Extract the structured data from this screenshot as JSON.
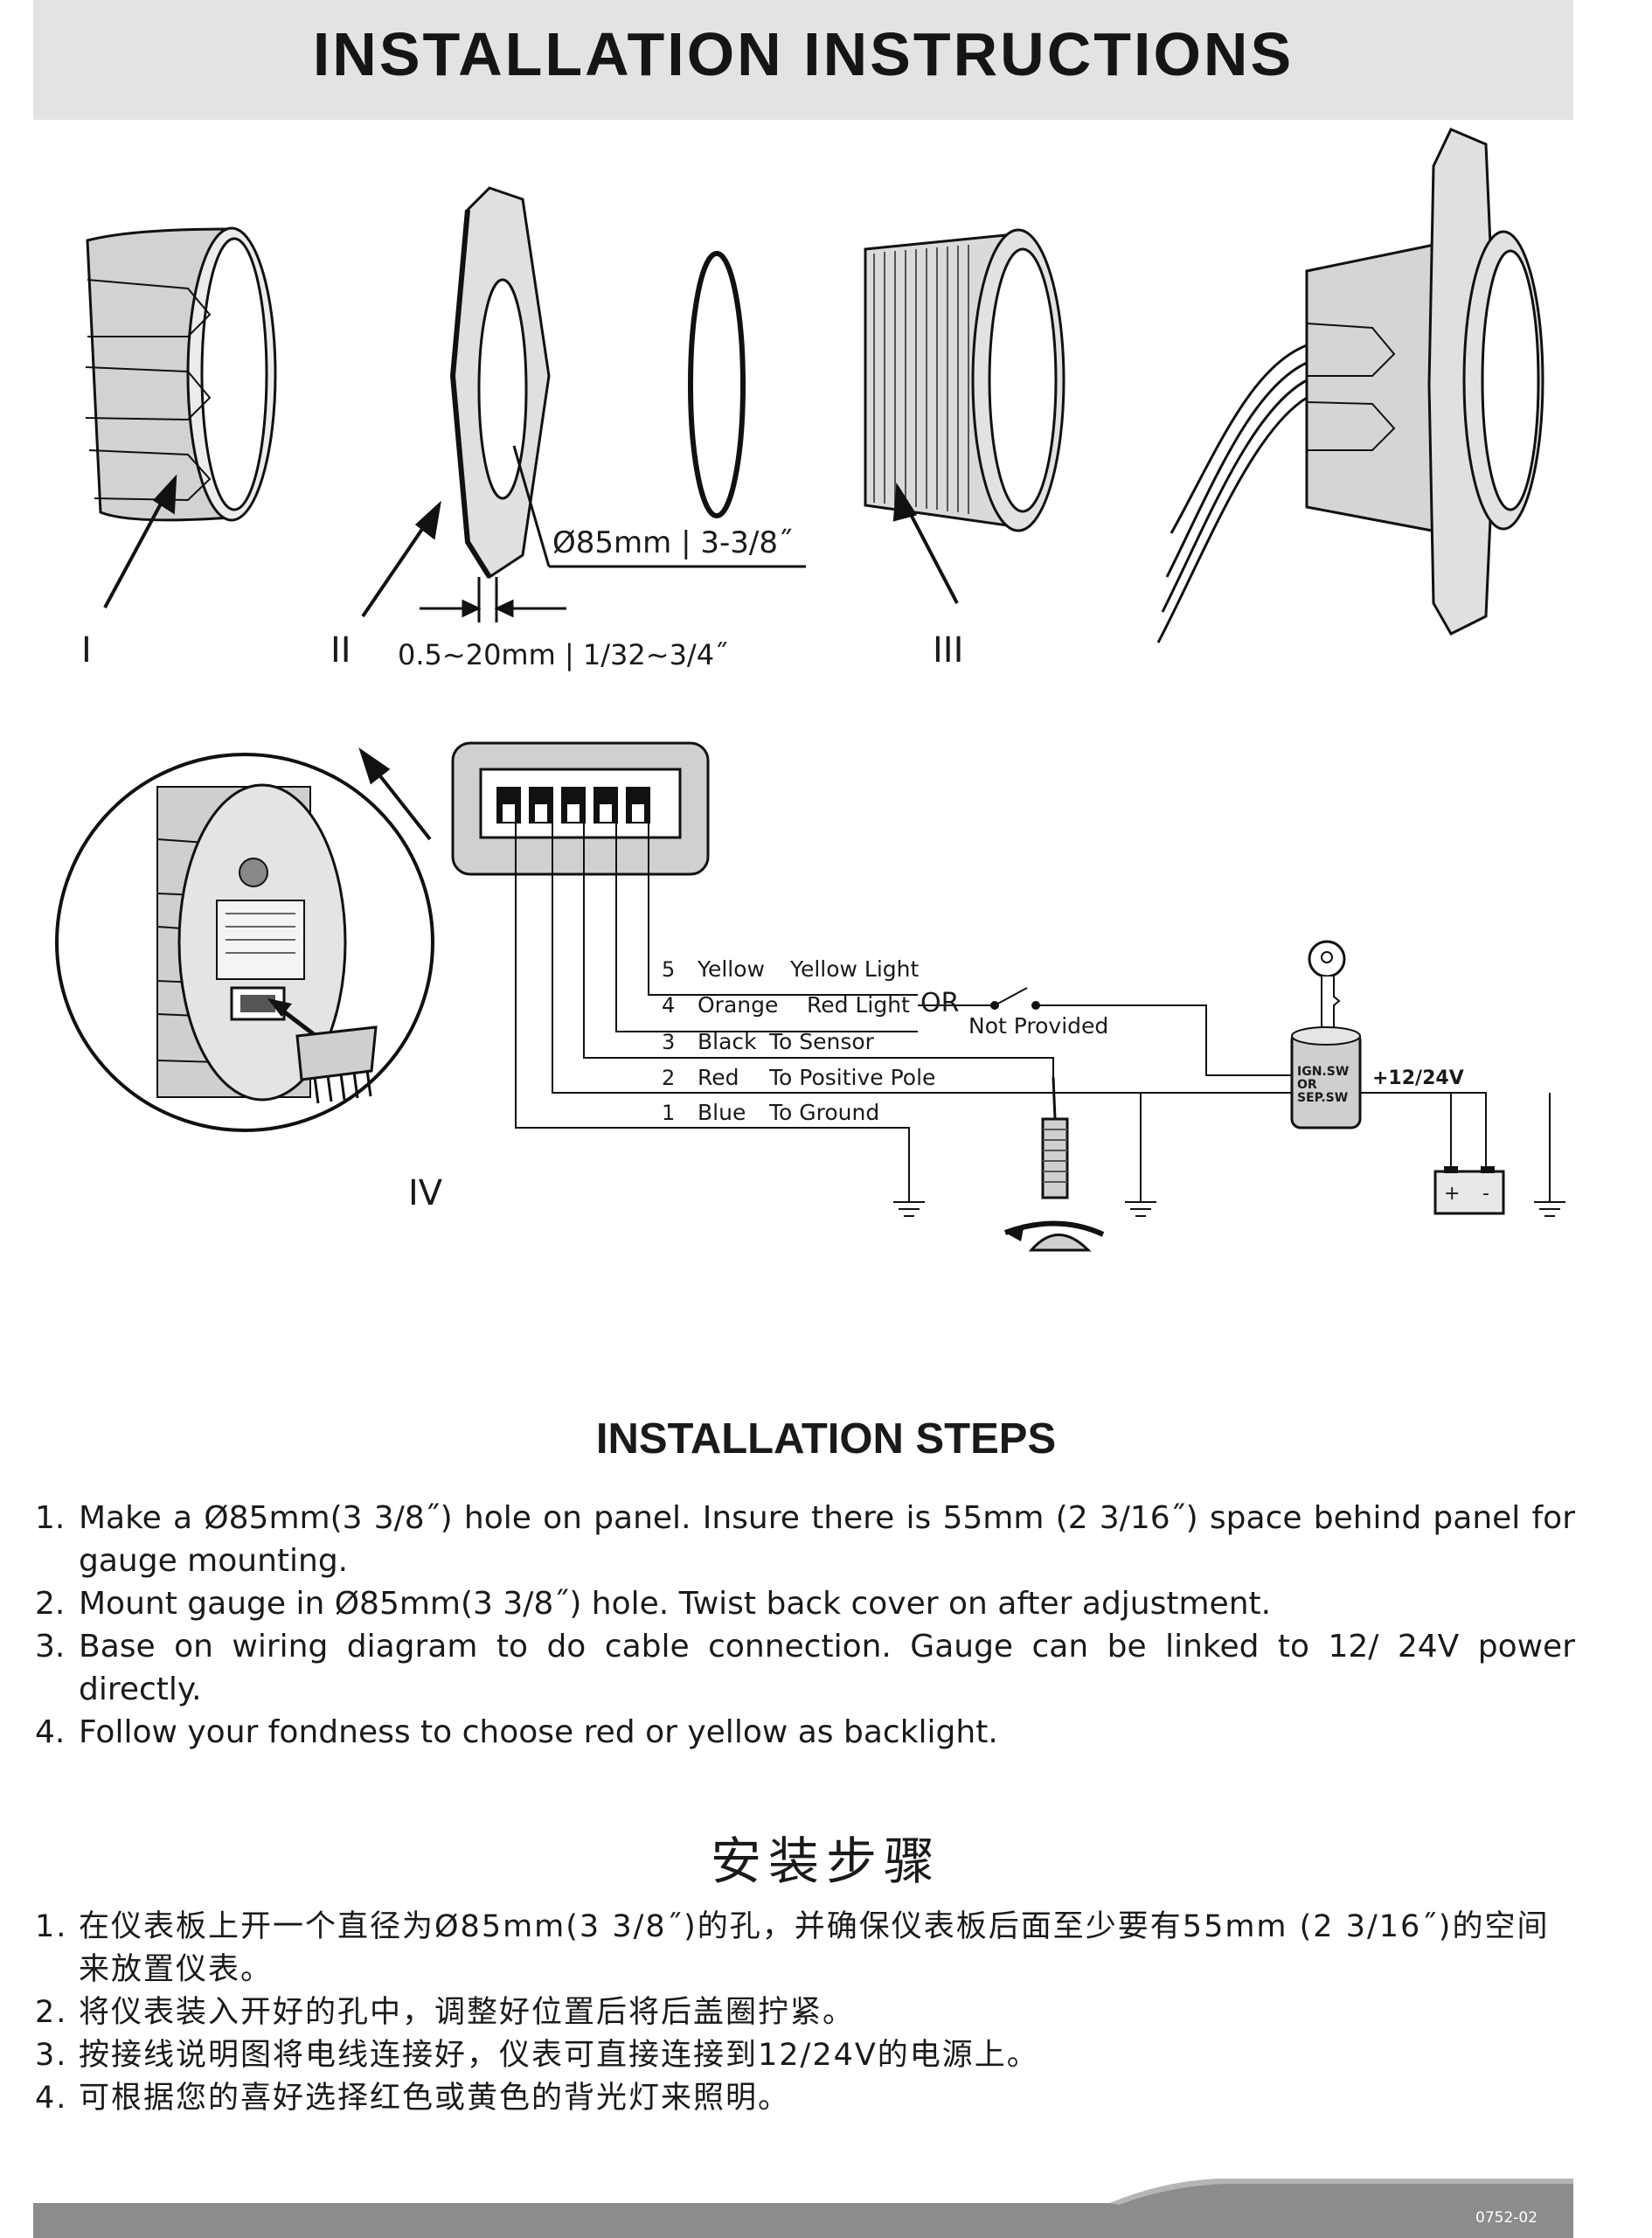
{
  "header": {
    "title": "INSTALLATION INSTRUCTIONS"
  },
  "exploded_view": {
    "part_labels": [
      "I",
      "II",
      "III",
      "IV"
    ],
    "hole_diameter_label": "Ø85mm | 3-3/8˝",
    "panel_thickness_label": "0.5~20mm | 1/32~3/4˝"
  },
  "wiring": {
    "wires": [
      {
        "num": "5",
        "color": "Yellow",
        "function": "Yellow Light"
      },
      {
        "num": "4",
        "color": "Orange",
        "function": "Red Light"
      },
      {
        "num": "3",
        "color": "Black",
        "function": "To Sensor"
      },
      {
        "num": "2",
        "color": "Red",
        "function": "To Positive Pole"
      },
      {
        "num": "1",
        "color": "Blue",
        "function": "To Ground"
      }
    ],
    "or_label": "OR",
    "not_provided_label": "Not Provided",
    "switch_label_lines": [
      "IGN.SW",
      "OR",
      "SEP.SW"
    ],
    "voltage_label": "+12/24V",
    "battery_plus": "+",
    "battery_minus": "-"
  },
  "steps_en": {
    "title": "INSTALLATION STEPS",
    "items": [
      {
        "num": "1.",
        "text": "Make a Ø85mm(3 3/8˝) hole on panel. Insure there is 55mm  (2 3/16˝) space behind panel for gauge mounting."
      },
      {
        "num": "2.",
        "text": "Mount gauge in Ø85mm(3 3/8˝) hole. Twist back cover on after adjustment."
      },
      {
        "num": "3.",
        "text": "Base on wiring diagram to do cable connection. Gauge can be linked to 12/ 24V power directly."
      },
      {
        "num": "4.",
        "text": "Follow your fondness to choose red or yellow as backlight."
      }
    ]
  },
  "steps_cn": {
    "title": "安装步骤",
    "items": [
      {
        "num": "1.",
        "text": "在仪表板上开一个直径为Ø85mm(3 3/8˝)的孔，并确保仪表板后面至少要有55mm (2 3/16˝)的空间来放置仪表。"
      },
      {
        "num": "2.",
        "text": "将仪表装入开好的孔中，调整好位置后将后盖圈拧紧。"
      },
      {
        "num": "3.",
        "text": "按接线说明图将电线连接好，仪表可直接连接到12/24V的电源上。"
      },
      {
        "num": "4.",
        "text": "可根据您的喜好选择红色或黄色的背光灯来照明。"
      }
    ]
  },
  "footer": {
    "code": "0752-02"
  }
}
